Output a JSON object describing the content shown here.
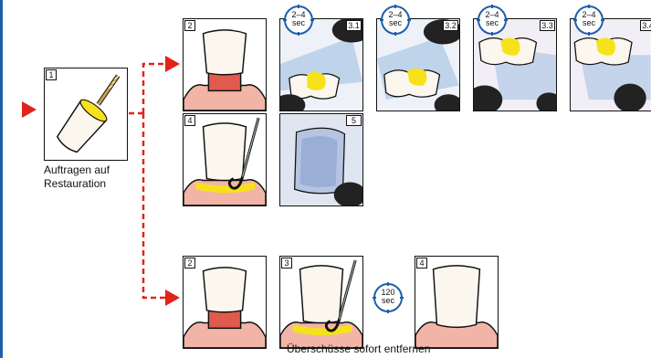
{
  "colors": {
    "accent_red": "#e2231a",
    "timer_blue": "#1e5fa8",
    "adhesive_yellow": "#f5e21a",
    "gingiva_pink": "#f3b4a8",
    "core_red": "#e05a4e",
    "light_blue": "#8fb3de"
  },
  "start_panel": {
    "number": "1",
    "caption_line1": "Auftragen auf",
    "caption_line2": "Restauration"
  },
  "upper_path": {
    "panels": [
      {
        "number": "2",
        "art": "crown-seating-icon"
      },
      {
        "number": "3.1",
        "art": "light-curing-icon",
        "timer": {
          "value": "2–4",
          "unit": "sec"
        }
      },
      {
        "number": "3.2",
        "art": "light-curing-icon",
        "timer": {
          "value": "2–4",
          "unit": "sec"
        }
      },
      {
        "number": "3.3",
        "art": "light-curing-icon",
        "timer": {
          "value": "2–4",
          "unit": "sec"
        }
      },
      {
        "number": "3.4",
        "art": "light-curing-icon",
        "timer": {
          "value": "2–4",
          "unit": "sec"
        }
      }
    ],
    "second_row": [
      {
        "number": "4",
        "art": "excess-removal-icon"
      },
      {
        "number": "5",
        "art": "final-curing-icon"
      }
    ]
  },
  "lower_path": {
    "panels": [
      {
        "number": "2",
        "art": "crown-seating-icon"
      },
      {
        "number": "3",
        "art": "excess-removal-icon"
      },
      {
        "number": "4",
        "art": "finished-crown-icon"
      }
    ],
    "timer": {
      "value": "120",
      "unit": "sec"
    },
    "caption": "Überschüsse sofort entfernen"
  }
}
